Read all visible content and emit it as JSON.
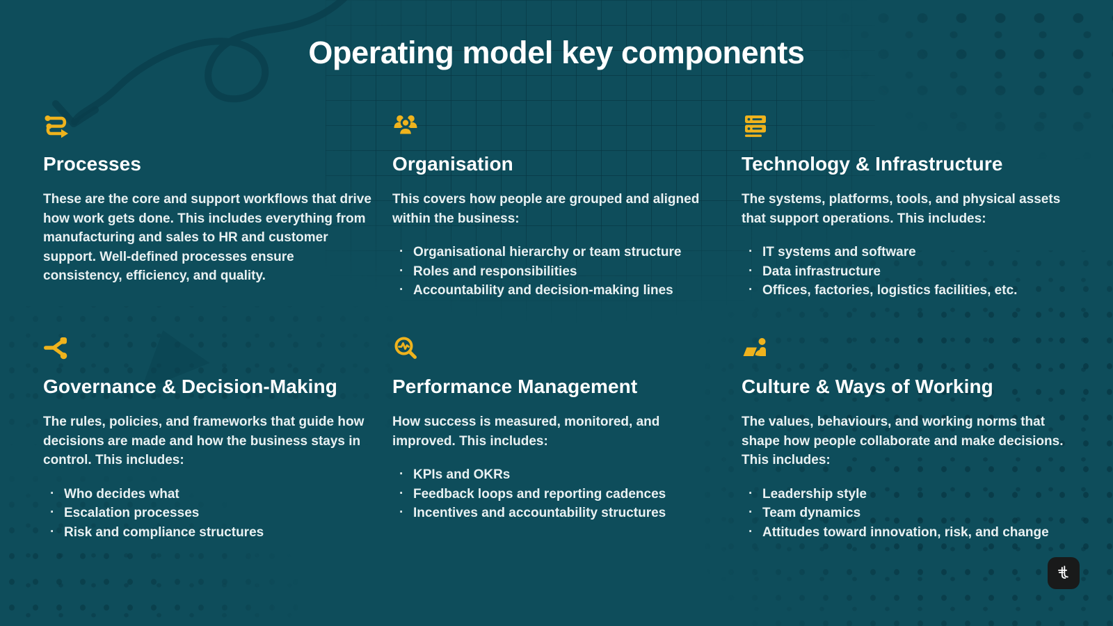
{
  "title": "Operating model key components",
  "colors": {
    "background": "#0e4d5b",
    "accent_yellow": "#efb31d",
    "heading": "#ffffff",
    "body_text": "#e9f1f2",
    "pattern": "#07323e",
    "logo_background": "#191a1a"
  },
  "logo": {
    "name": "brand-logo",
    "glyph": "stylized double-stroke t"
  },
  "sections": [
    {
      "icon": "route-icon",
      "title": "Processes",
      "body": "These are the core and support workflows that drive how work gets done. This includes everything from manufacturing and sales to HR and customer support. Well-defined processes ensure consistency, efficiency, and quality.",
      "bullets": []
    },
    {
      "icon": "people-group-icon",
      "title": "Organisation",
      "body": "This covers how people are grouped and aligned within the business:",
      "bullets": [
        "Organisational hierarchy or team structure",
        "Roles and responsibilities",
        "Accountability and decision-making lines"
      ]
    },
    {
      "icon": "server-stack-icon",
      "title": "Technology & Infrastructure",
      "body": "The systems, platforms, tools, and physical assets that support operations. This includes:",
      "bullets": [
        "IT systems and software",
        "Data infrastructure",
        "Offices, factories, logistics facilities, etc."
      ]
    },
    {
      "icon": "share-branch-icon",
      "title": "Governance & Decision-Making",
      "body": "The rules, policies, and frameworks that guide how decisions are made and how the business stays in control. This includes:",
      "bullets": [
        "Who decides what",
        "Escalation processes",
        "Risk and compliance structures"
      ]
    },
    {
      "icon": "magnifier-pulse-icon",
      "title": "Performance Management",
      "body": "How success is measured, monitored, and improved. This includes:",
      "bullets": [
        "KPIs and OKRs",
        "Feedback loops and reporting cadences",
        "Incentives and accountability structures"
      ]
    },
    {
      "icon": "person-laptop-icon",
      "title": "Culture & Ways of Working",
      "body": "The values, behaviours, and working norms that shape how people collaborate and make decisions. This includes:",
      "bullets": [
        "Leadership style",
        "Team dynamics",
        "Attitudes toward innovation, risk, and change"
      ]
    }
  ]
}
